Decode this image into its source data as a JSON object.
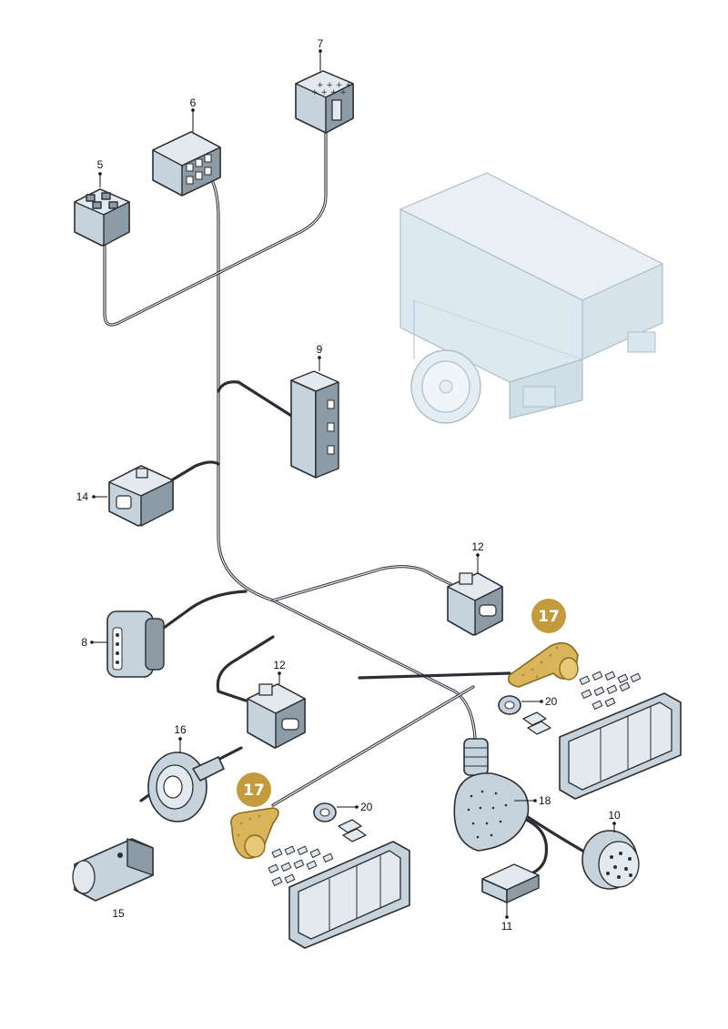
{
  "diagram": {
    "callouts": [
      {
        "id": "c5",
        "label": "5"
      },
      {
        "id": "c6",
        "label": "6"
      },
      {
        "id": "c7",
        "label": "7"
      },
      {
        "id": "c9",
        "label": "9"
      },
      {
        "id": "c14",
        "label": "14"
      },
      {
        "id": "c12a",
        "label": "12"
      },
      {
        "id": "c8",
        "label": "8"
      },
      {
        "id": "c12b",
        "label": "12"
      },
      {
        "id": "c20a",
        "label": "20"
      },
      {
        "id": "c16",
        "label": "16"
      },
      {
        "id": "c18",
        "label": "18"
      },
      {
        "id": "c20b",
        "label": "20"
      },
      {
        "id": "c10",
        "label": "10"
      },
      {
        "id": "c15",
        "label": "15"
      },
      {
        "id": "c11",
        "label": "11"
      }
    ],
    "highlight_badges": [
      {
        "id": "b17a",
        "label": "17"
      },
      {
        "id": "b17b",
        "label": "17"
      }
    ],
    "colors": {
      "highlight": "#c39a3c",
      "highlight_part": "#d9b45a",
      "part": "#c7d3dc",
      "vehicle": "#dbe8f0",
      "outline": "#2b2f33"
    }
  }
}
